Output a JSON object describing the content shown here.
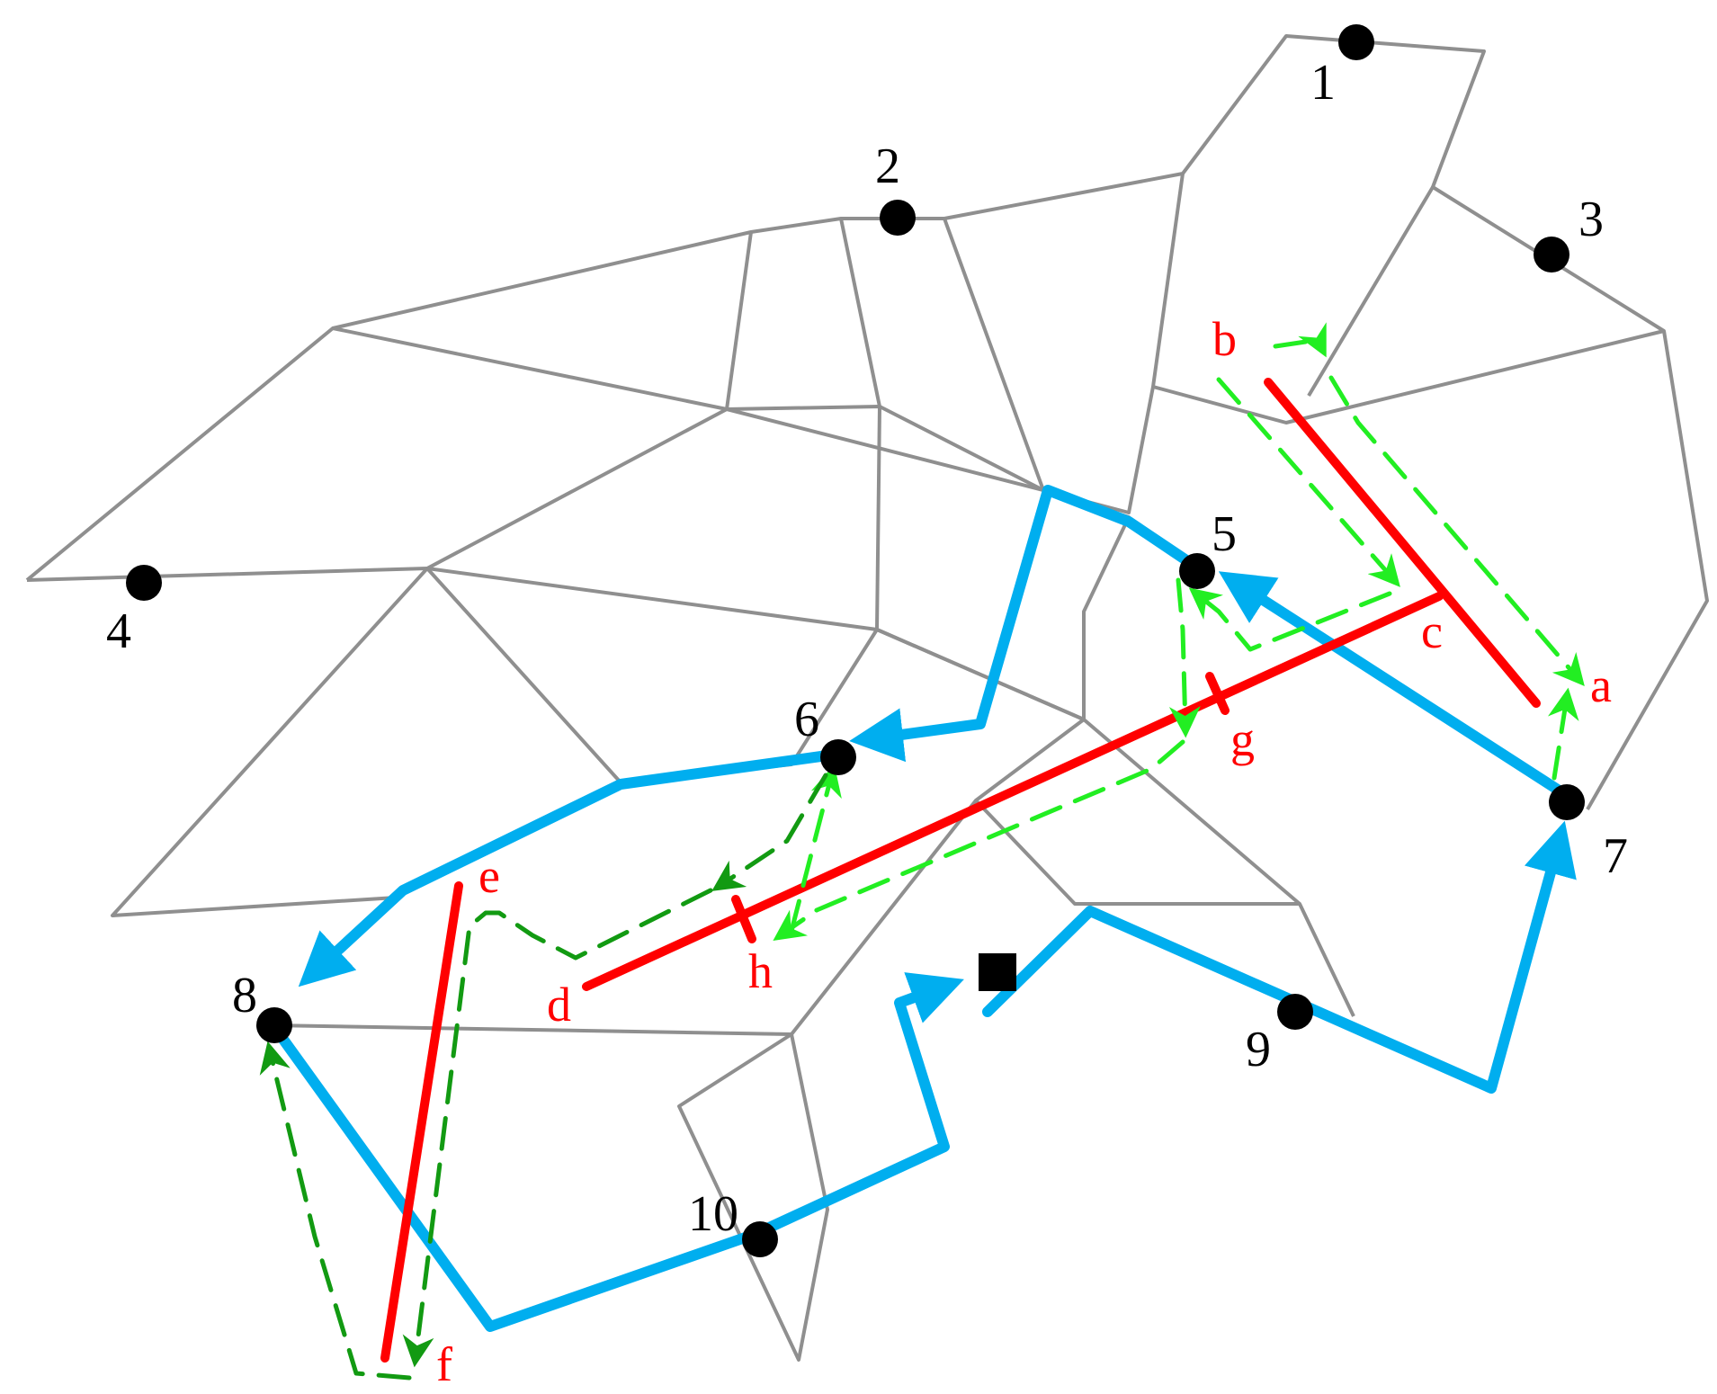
{
  "colors": {
    "road": "#8f8f8f",
    "route": "#00aeef",
    "segment": "#ff0000",
    "detour_light": "#22ee22",
    "detour_dark": "#129a12",
    "node": "#000000",
    "point_label": "#ff0000"
  },
  "nodes": [
    {
      "id": "1",
      "label": "1"
    },
    {
      "id": "2",
      "label": "2"
    },
    {
      "id": "3",
      "label": "3"
    },
    {
      "id": "4",
      "label": "4"
    },
    {
      "id": "5",
      "label": "5"
    },
    {
      "id": "6",
      "label": "6"
    },
    {
      "id": "7",
      "label": "7"
    },
    {
      "id": "8",
      "label": "8"
    },
    {
      "id": "9",
      "label": "9"
    },
    {
      "id": "10",
      "label": "10"
    }
  ],
  "points": [
    {
      "id": "a",
      "label": "a"
    },
    {
      "id": "b",
      "label": "b"
    },
    {
      "id": "c",
      "label": "c"
    },
    {
      "id": "d",
      "label": "d"
    },
    {
      "id": "e",
      "label": "e"
    },
    {
      "id": "f",
      "label": "f"
    },
    {
      "id": "g",
      "label": "g"
    },
    {
      "id": "h",
      "label": "h"
    }
  ],
  "depot": {
    "shape": "square",
    "color": "#000000"
  },
  "legend": {
    "icons": [
      "node-dot-icon",
      "depot-square-icon",
      "arrow-icon"
    ]
  }
}
